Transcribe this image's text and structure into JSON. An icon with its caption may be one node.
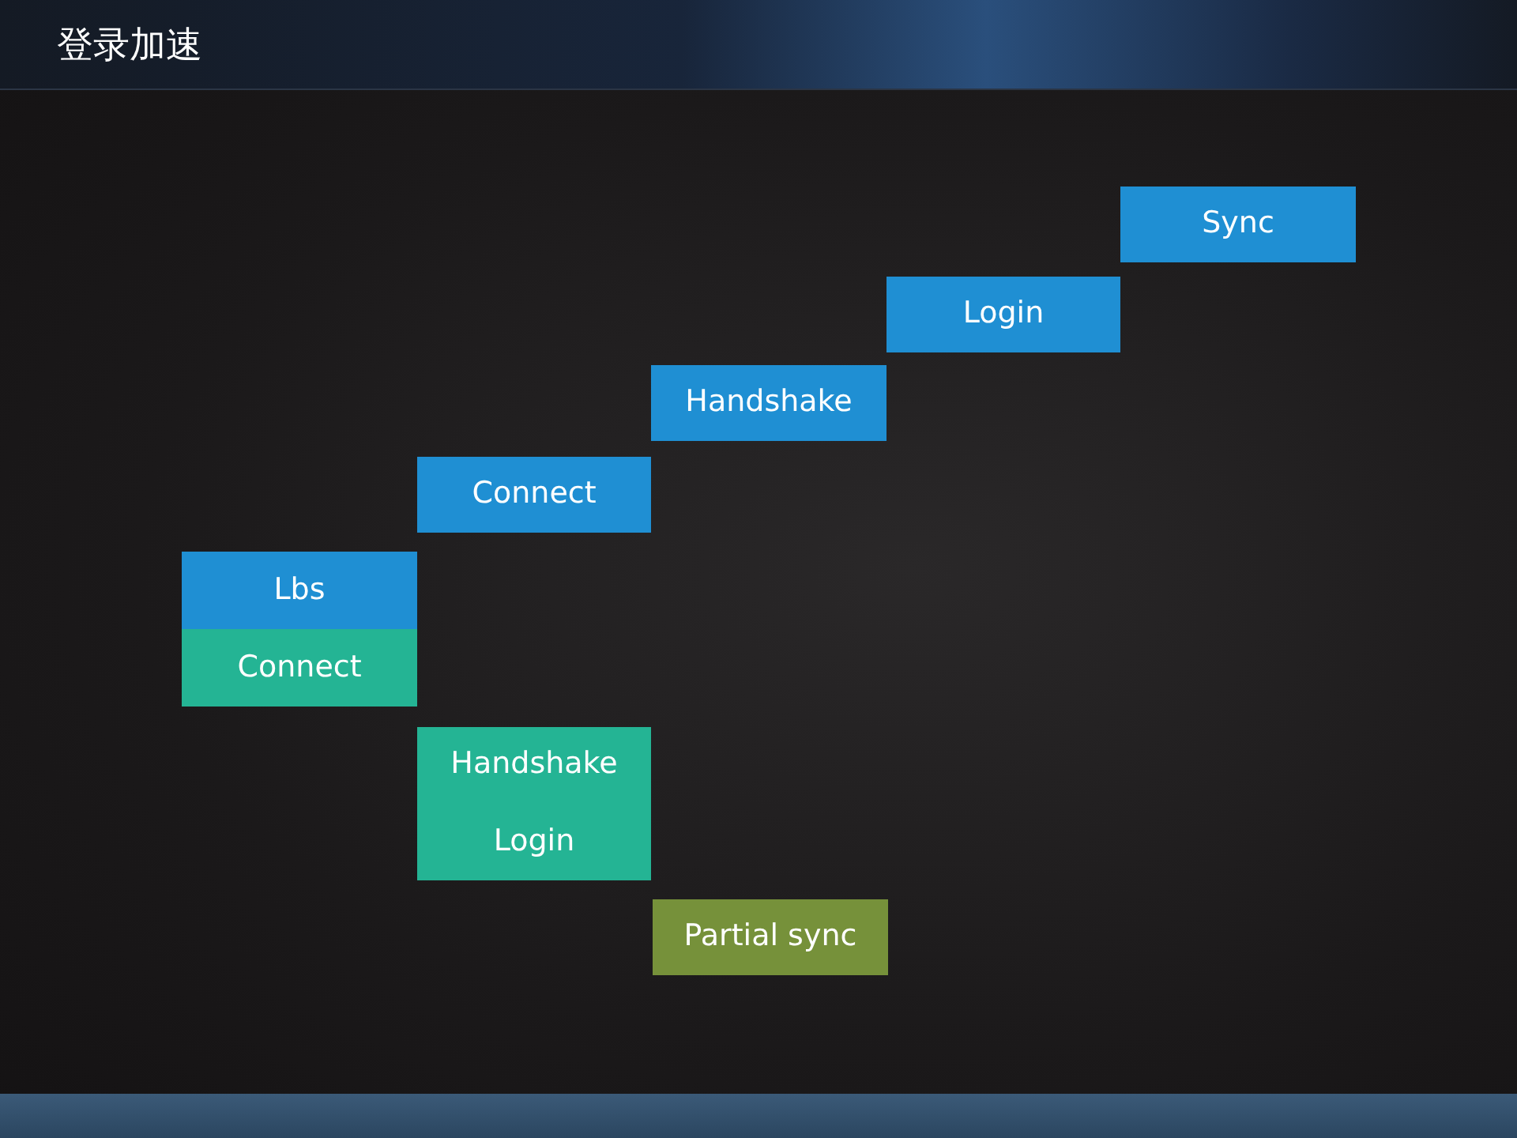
{
  "diagram": {
    "title": "登录加速",
    "nodes": [
      {
        "text": [
          "Sync"
        ]
      },
      {
        "text": [
          "Login"
        ]
      },
      {
        "text": [
          "Handshake"
        ]
      },
      {
        "text": [
          "Connect"
        ]
      },
      {
        "text": [
          "Lbs"
        ]
      },
      {
        "text": [
          "Connect"
        ]
      },
      {
        "text": [
          "Handshake",
          "Login"
        ]
      },
      {
        "text": [
          "Partial sync"
        ]
      }
    ]
  }
}
